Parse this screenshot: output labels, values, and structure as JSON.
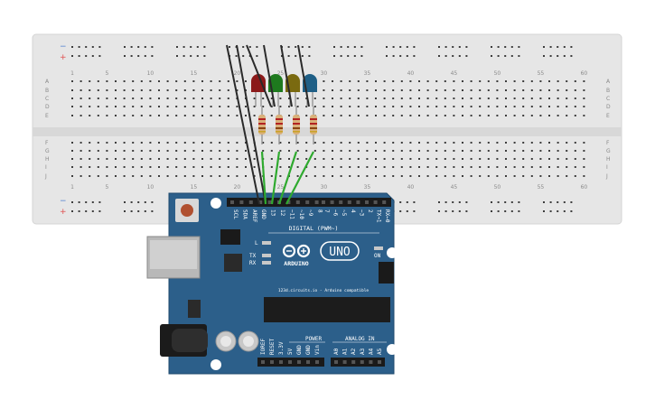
{
  "breadboard": {
    "column_numbers": [
      "1",
      "5",
      "10",
      "15",
      "20",
      "25",
      "30",
      "35",
      "40",
      "45",
      "50",
      "55",
      "60"
    ],
    "row_letters_top": [
      "A",
      "B",
      "C",
      "D",
      "E"
    ],
    "row_letters_bottom": [
      "F",
      "G",
      "H",
      "I",
      "J"
    ],
    "rail_minus": "−",
    "rail_plus": "+",
    "colors": {
      "board": "#e6e6e6",
      "hole": "#3d3d3d",
      "rail_red": "#e05050",
      "rail_blue": "#5080d0"
    }
  },
  "leds": [
    {
      "name": "red-led",
      "color": "#8b1a1a"
    },
    {
      "name": "green-led",
      "color": "#1e7a1e"
    },
    {
      "name": "yellow-led",
      "color": "#7a6a10"
    },
    {
      "name": "blue-led",
      "color": "#1f5f86"
    }
  ],
  "arduino": {
    "model": "UNO",
    "brand": "ARDUINO",
    "digital_header_label": "DIGITAL (PWM~)",
    "top_pins_left": [
      "SCL",
      "SDA",
      "AREF",
      "GND",
      "13",
      "12",
      "~11",
      "~10",
      "~9",
      "8"
    ],
    "top_pins_right": [
      "7",
      "~6",
      "~5",
      "4",
      "~3",
      "2",
      "TX→1",
      "RX←0"
    ],
    "led_l": "L",
    "led_tx": "TX",
    "led_rx": "RX",
    "led_on": "ON",
    "subtitle": "123d.circuits.io - Arduino compatible",
    "power_label": "POWER",
    "analog_label": "ANALOG IN",
    "power_pins": [
      "IOREF",
      "RESET",
      "3.3V",
      "5V",
      "GND",
      "GND",
      "Vin"
    ],
    "analog_pins": [
      "A0",
      "A1",
      "A2",
      "A3",
      "A4",
      "A5"
    ],
    "colors": {
      "board": "#2c5f8a",
      "header": "#1a1a1a",
      "wire_green": "#2faa2f",
      "wire_black": "#2a2a2a"
    }
  }
}
